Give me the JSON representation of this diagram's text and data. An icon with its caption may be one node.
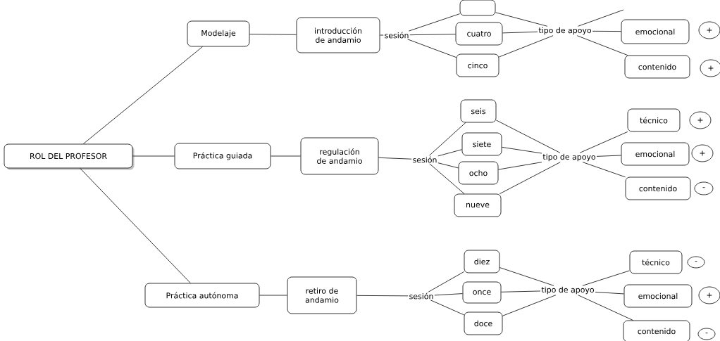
{
  "diagram": {
    "nodes": [
      {
        "text": [
          "ROL DEL PROFESOR"
        ]
      },
      {
        "text": [
          "Modelaje"
        ]
      },
      {
        "text": [
          "Práctica guiada"
        ]
      },
      {
        "text": [
          "Práctica autónoma"
        ]
      },
      {
        "text": [
          "introducción de andamio"
        ]
      },
      {
        "text": [
          "regulación de andamio"
        ]
      },
      {
        "text": [
          "retiro de andamio"
        ]
      },
      {
        "text": [
          "sesión"
        ]
      },
      {
        "text": [],
        "shape": "box"
      },
      {
        "text": [
          "cuatro"
        ]
      },
      {
        "text": [
          "cinco"
        ]
      },
      {
        "text": [
          "tipo de apoyo"
        ]
      },
      {
        "text": [
          "emocional"
        ]
      },
      {
        "text": [
          "contenido"
        ]
      },
      {
        "text": [
          "+"
        ]
      },
      {
        "text": [
          "+"
        ]
      },
      {
        "text": [
          "sesión"
        ]
      },
      {
        "text": [
          "seis"
        ]
      },
      {
        "text": [
          "siete"
        ]
      },
      {
        "text": [
          "ocho"
        ]
      },
      {
        "text": [
          "nueve"
        ]
      },
      {
        "text": [
          "tipo de apoyo"
        ]
      },
      {
        "text": [
          "técnico"
        ]
      },
      {
        "text": [
          "emocional"
        ]
      },
      {
        "text": [
          "contenido"
        ]
      },
      {
        "text": [
          "+"
        ]
      },
      {
        "text": [
          "+"
        ]
      },
      {
        "text": [
          "-"
        ]
      },
      {
        "text": [
          "sesión"
        ]
      },
      {
        "text": [
          "diez"
        ]
      },
      {
        "text": [
          "once"
        ]
      },
      {
        "text": [
          "doce"
        ]
      },
      {
        "text": [
          "tipo de apoyo"
        ]
      },
      {
        "text": [
          "técnico"
        ]
      },
      {
        "text": [
          "emocional"
        ]
      },
      {
        "text": [
          "contenido"
        ]
      },
      {
        "text": [
          "-"
        ]
      },
      {
        "text": [
          "+"
        ]
      },
      {
        "text": [
          "-"
        ]
      }
    ],
    "edges": [
      {
        "from": 0,
        "to": 1,
        "arrow": "none"
      },
      {
        "from": 0,
        "to": 2,
        "arrow": "none"
      },
      {
        "from": 0,
        "to": 3,
        "arrow": "none"
      },
      {
        "from": 1,
        "to": 4,
        "arrow": "none"
      },
      {
        "from": 2,
        "to": 5,
        "arrow": "none"
      },
      {
        "from": 3,
        "to": 6,
        "arrow": "none"
      },
      {
        "from": 4,
        "to": 7,
        "arrow": "none"
      },
      {
        "from": 7,
        "to": 8,
        "arrow": "none"
      },
      {
        "from": 7,
        "to": 9,
        "arrow": "none"
      },
      {
        "from": 7,
        "to": 10,
        "arrow": "none"
      },
      {
        "from": 8,
        "to": 11,
        "arrow": "none"
      },
      {
        "from": 9,
        "to": 11,
        "arrow": "none"
      },
      {
        "from": 10,
        "to": 11,
        "arrow": "none"
      },
      {
        "from": 11,
        "to": null,
        "arrow": "none"
      },
      {
        "from": 11,
        "to": 12,
        "arrow": "none"
      },
      {
        "from": 11,
        "to": 13,
        "arrow": "none"
      },
      {
        "from": 5,
        "to": 16,
        "arrow": "none"
      },
      {
        "from": 16,
        "to": 17,
        "arrow": "none"
      },
      {
        "from": 16,
        "to": 18,
        "arrow": "none"
      },
      {
        "from": 16,
        "to": 19,
        "arrow": "none"
      },
      {
        "from": 16,
        "to": 20,
        "arrow": "none"
      },
      {
        "from": 17,
        "to": 21,
        "arrow": "none"
      },
      {
        "from": 18,
        "to": 21,
        "arrow": "none"
      },
      {
        "from": 19,
        "to": 21,
        "arrow": "none"
      },
      {
        "from": 20,
        "to": 21,
        "arrow": "none"
      },
      {
        "from": 21,
        "to": 22,
        "arrow": "none"
      },
      {
        "from": 21,
        "to": 23,
        "arrow": "none"
      },
      {
        "from": 21,
        "to": 24,
        "arrow": "none"
      },
      {
        "from": 6,
        "to": 28,
        "arrow": "none"
      },
      {
        "from": 28,
        "to": 29,
        "arrow": "none"
      },
      {
        "from": 28,
        "to": 30,
        "arrow": "none"
      },
      {
        "from": 28,
        "to": 31,
        "arrow": "none"
      },
      {
        "from": 29,
        "to": 32,
        "arrow": "none"
      },
      {
        "from": 30,
        "to": 32,
        "arrow": "none"
      },
      {
        "from": 31,
        "to": 32,
        "arrow": "none"
      },
      {
        "from": 32,
        "to": 33,
        "arrow": "none"
      },
      {
        "from": 32,
        "to": 34,
        "arrow": "none"
      },
      {
        "from": 32,
        "to": 35,
        "arrow": "none"
      }
    ]
  }
}
